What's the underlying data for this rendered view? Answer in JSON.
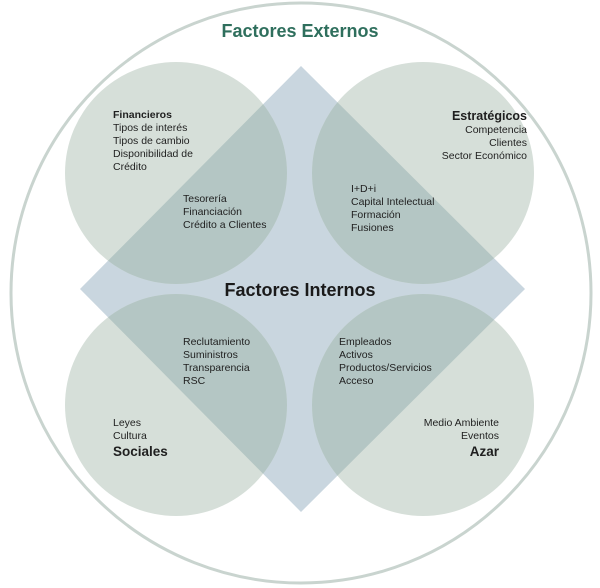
{
  "titles": {
    "external": "Factores Externos",
    "internal": "Factores Internos"
  },
  "colors": {
    "outer_ring_stroke": "#c9d4cf",
    "circle_fill": "#d6dfd9",
    "overlap_fill": "#b4c6c4",
    "diamond_fill": "#c9d6df",
    "external_title": "#2f6f5d",
    "text": "#1f1f1f"
  },
  "quadrants": {
    "top_left": {
      "heading": "Financieros",
      "items": [
        "Tipos de interés",
        "Tipos de cambio",
        "Disponibilidad de",
        "Crédito"
      ],
      "inner_items": [
        "Tesorería",
        "Financiación",
        "Crédito a Clientes"
      ]
    },
    "top_right": {
      "heading": "Estratégicos",
      "items": [
        "Competencia",
        "Clientes",
        "Sector Económico"
      ],
      "inner_items": [
        "I+D+i",
        "Capital Intelectual",
        "Formación",
        "Fusiones"
      ]
    },
    "bottom_left": {
      "heading": "Sociales",
      "items": [
        "Leyes",
        "Cultura"
      ],
      "inner_items": [
        "Reclutamiento",
        "Suministros",
        "Transparencia",
        "RSC"
      ]
    },
    "bottom_right": {
      "heading": "Azar",
      "items": [
        "Medio Ambiente",
        "Eventos"
      ],
      "inner_items": [
        "Empleados",
        "Activos",
        "Productos/Servicios",
        "Acceso"
      ]
    }
  }
}
